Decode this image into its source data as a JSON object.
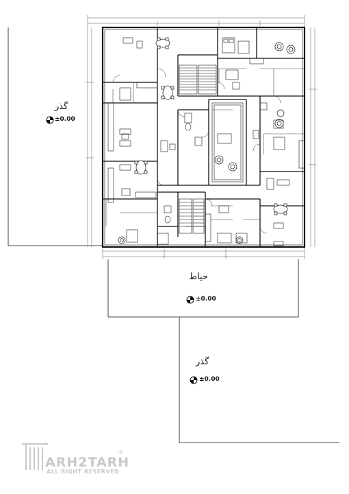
{
  "labels": {
    "street_top": "گذر",
    "street_bottom": "گذر",
    "yard": "حیاط",
    "elev_left": "±0.00",
    "elev_yard": "±0.00",
    "elev_bottom": "±0.00"
  },
  "watermark": {
    "brand": "ARH2TARH",
    "registered": "®",
    "tagline": "ALL RIGHT RESERVED"
  },
  "colors": {
    "line": "#111111",
    "light_line": "#7a7a7a",
    "watermark": "#c9c9c9",
    "background": "#ffffff"
  }
}
